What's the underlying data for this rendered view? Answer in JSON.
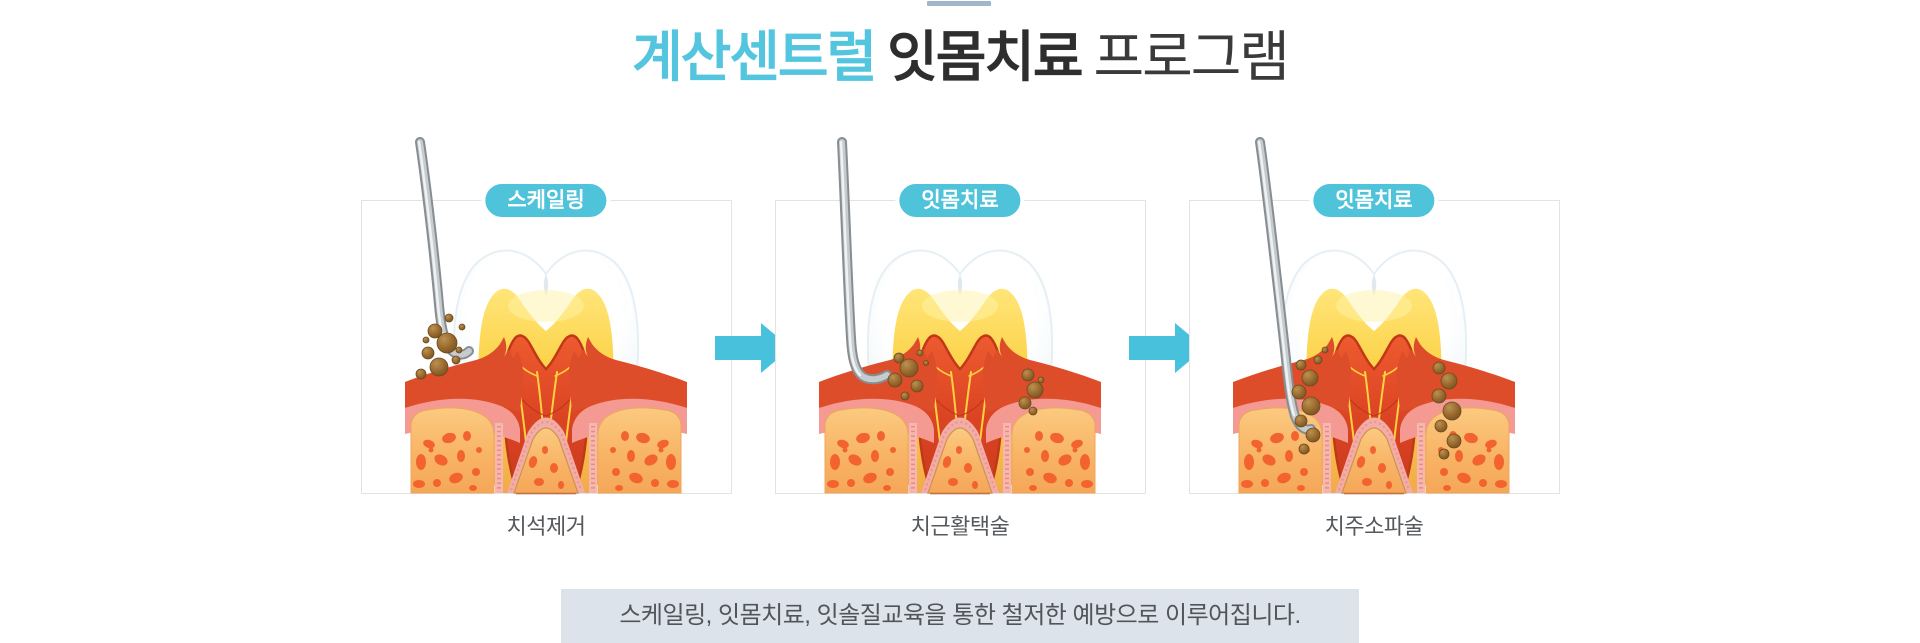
{
  "top_bar": {
    "color": "#a1b6cb"
  },
  "title": {
    "highlight": "계산센트럴",
    "strong": "잇몸치료",
    "regular": "프로그램"
  },
  "steps": [
    {
      "badge": "스케일링",
      "caption": "치석제거"
    },
    {
      "badge": "잇몸치료",
      "caption": "치근활택술"
    },
    {
      "badge": "잇몸치료",
      "caption": "치주소파술"
    }
  ],
  "footer": {
    "note": "스케일링, 잇몸치료, 잇솔질교육을 통한 철저한 예방으로 이루어집니다."
  },
  "colors": {
    "accent_cyan": "#4ec3da",
    "title_highlight": "#53c5df",
    "title_dark": "#2e2e2e",
    "caption_text": "#55595e",
    "footer_bg": "#dce3ea",
    "footer_text": "#4f555b",
    "panel_border": "#e3e3e3"
  }
}
